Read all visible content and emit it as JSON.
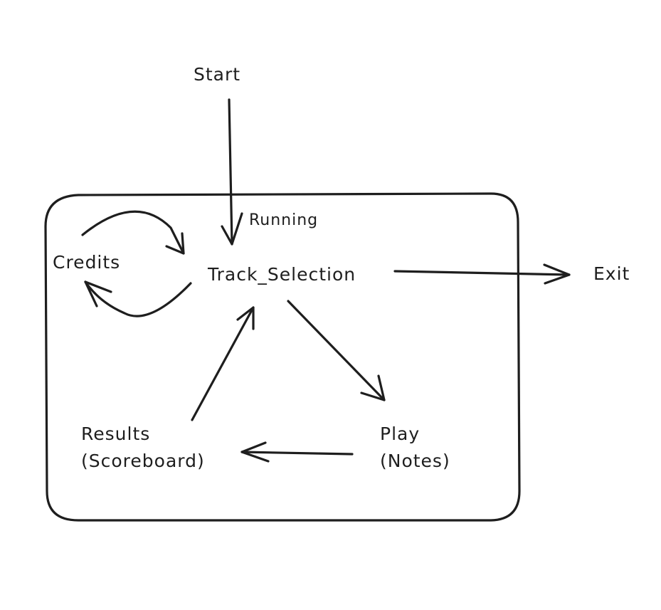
{
  "nodes": {
    "start": "Start",
    "running": "Running",
    "track_selection": "Track_Selection",
    "credits": "Credits",
    "exit": "Exit",
    "results_line1": "Results",
    "results_line2": "(Scoreboard)",
    "play_line1": "Play",
    "play_line2": "(Notes)"
  }
}
